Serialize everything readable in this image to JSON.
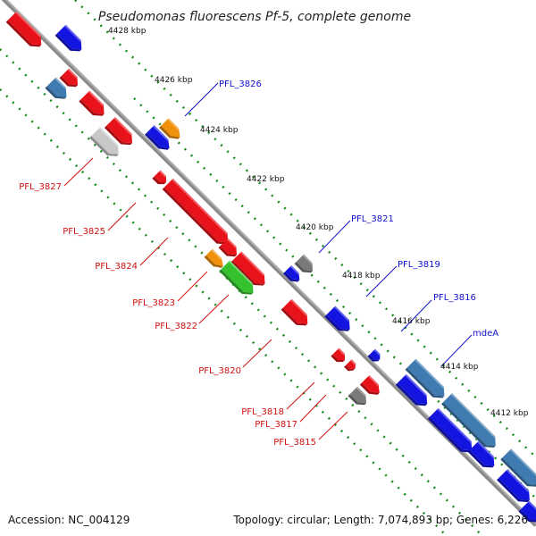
{
  "title": "Pseudomonas fluorescens Pf-5, complete genome",
  "accession": "Accession: NC_004129",
  "topology": "Topology: circular; Length: 7,074,893 bp; Genes: 6,226",
  "colors": {
    "backbone": "#808080",
    "red": "#e8121a",
    "blue": "#1414e0",
    "steelblue": "#3f7ab0",
    "orange": "#f0900c",
    "green": "#36c22e",
    "gray": "#7a7a7a",
    "lightgray": "#c8c8c8",
    "dots": "#1a8c1a",
    "label_red": "#d01010",
    "label_blue": "#1010d0"
  },
  "ticks": [
    "4428 kbp",
    "4426 kbp",
    "4424 kbp",
    "4422 kbp",
    "4420 kbp",
    "4418 kbp",
    "4416 kbp",
    "4414 kbp",
    "4412 kbp"
  ],
  "gene_labels": {
    "red": [
      "PFL_3827",
      "PFL_3825",
      "PFL_3824",
      "PFL_3823",
      "PFL_3822",
      "PFL_3820",
      "PFL_3818",
      "PFL_3817",
      "PFL_3815"
    ],
    "blue": [
      "PFL_3826",
      "PFL_3821",
      "PFL_3819",
      "PFL_3816",
      "mdeA"
    ]
  }
}
